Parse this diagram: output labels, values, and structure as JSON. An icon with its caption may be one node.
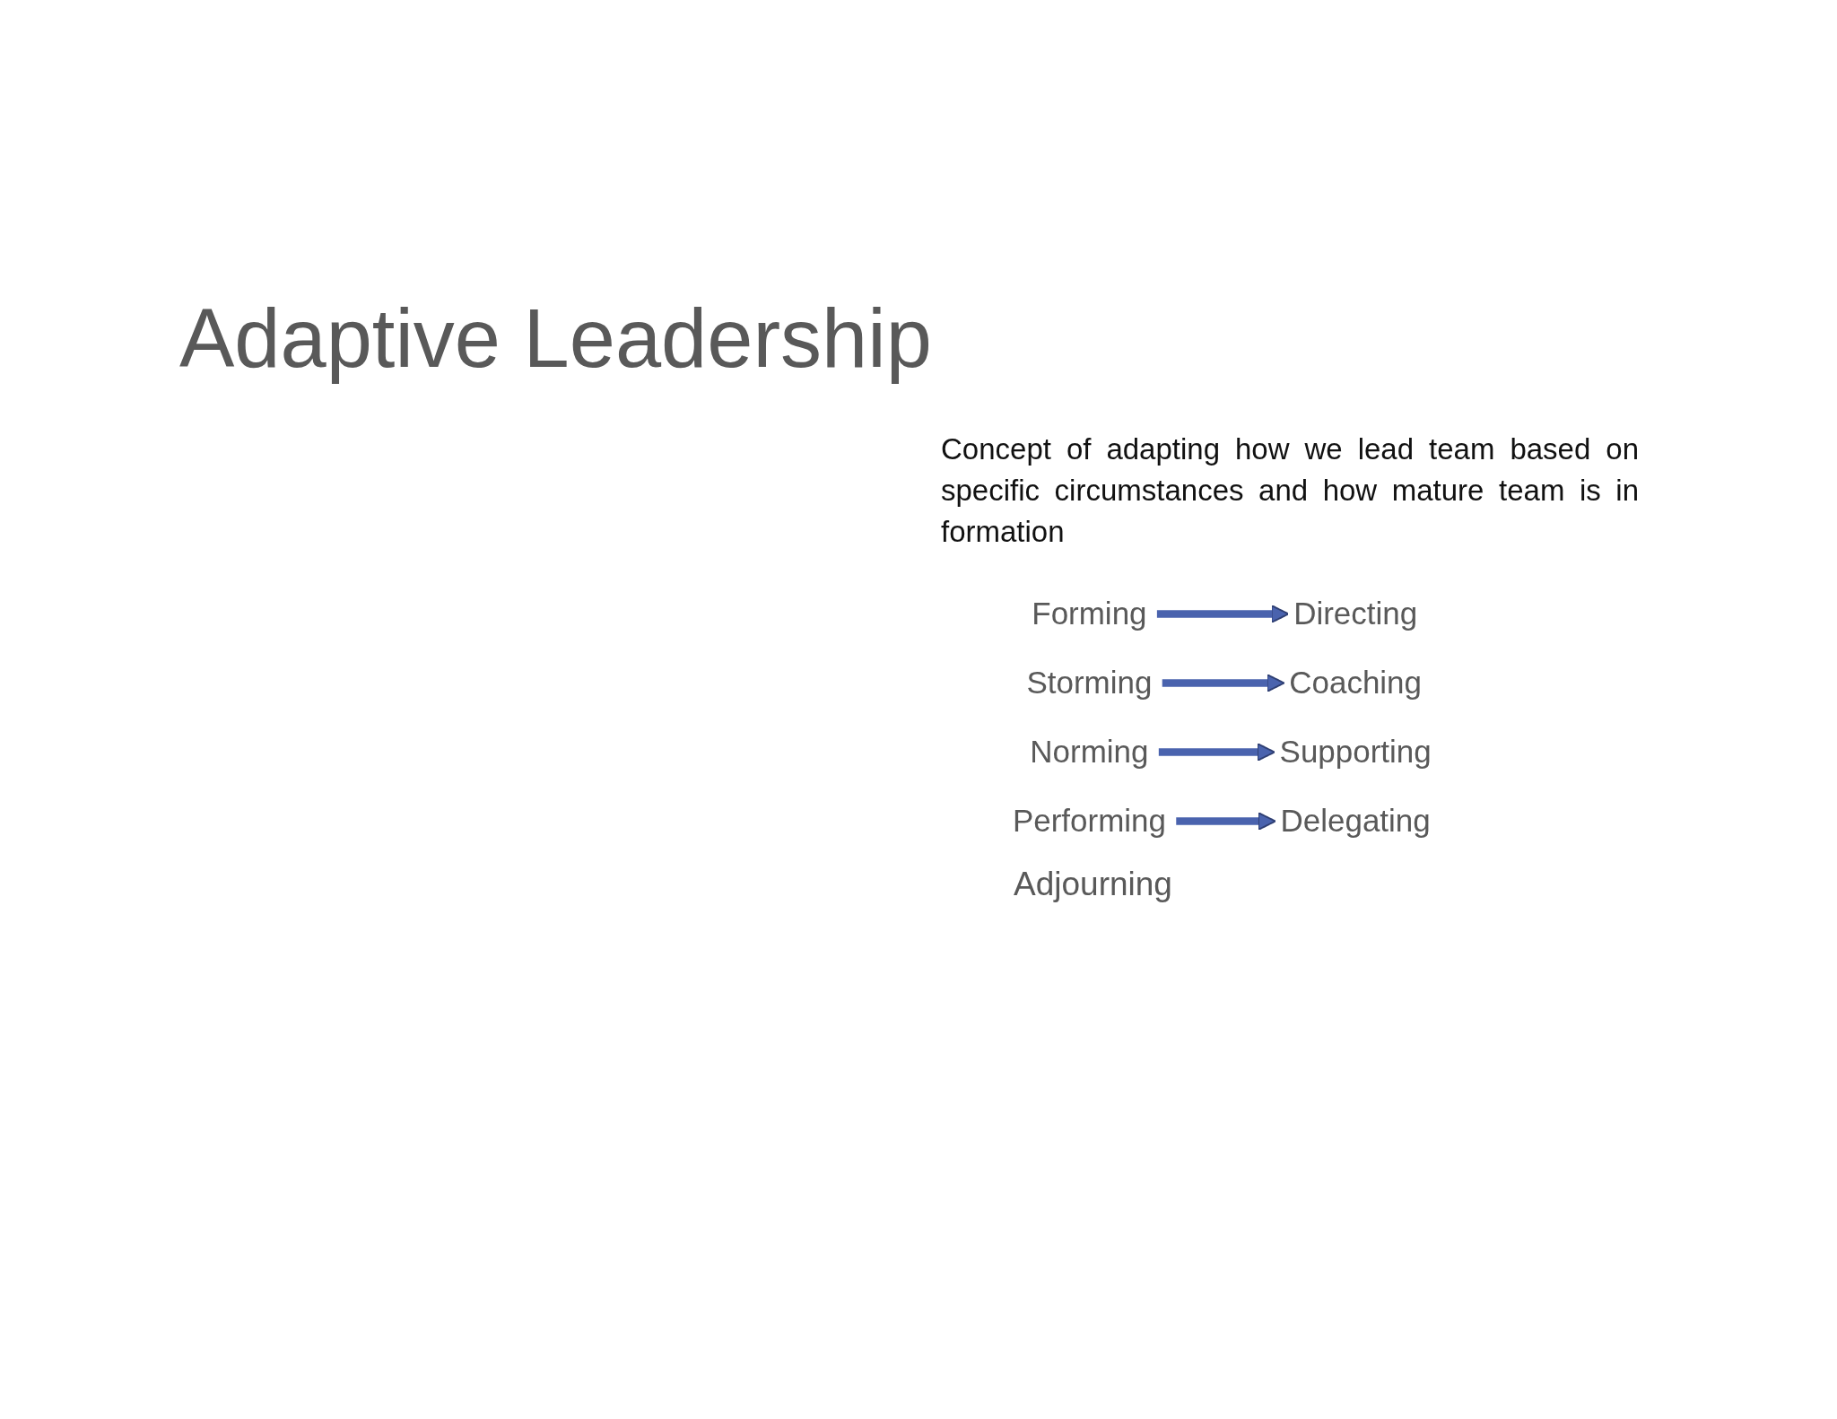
{
  "diagram": {
    "title": "Adaptive Leadership",
    "nodes": [
      {
        "text": [
          "Forming"
        ]
      },
      {
        "text": [
          "Directing"
        ]
      },
      {
        "text": [
          "Storming"
        ]
      },
      {
        "text": [
          "Coaching"
        ]
      },
      {
        "text": [
          "Norming"
        ]
      },
      {
        "text": [
          "Supporting"
        ]
      },
      {
        "text": [
          "Performing"
        ]
      },
      {
        "text": [
          "Delegating"
        ]
      }
    ],
    "edges": [
      {
        "from": 0,
        "to": 1,
        "arrow": "to"
      },
      {
        "from": 2,
        "to": 3,
        "arrow": "to"
      },
      {
        "from": 4,
        "to": 5,
        "arrow": "to"
      },
      {
        "from": 6,
        "to": 7,
        "arrow": "to"
      }
    ],
    "labels": [
      "Concept of adapting how we lead team based on specific circumstances and how mature team is in formation",
      "Adjourning"
    ]
  }
}
